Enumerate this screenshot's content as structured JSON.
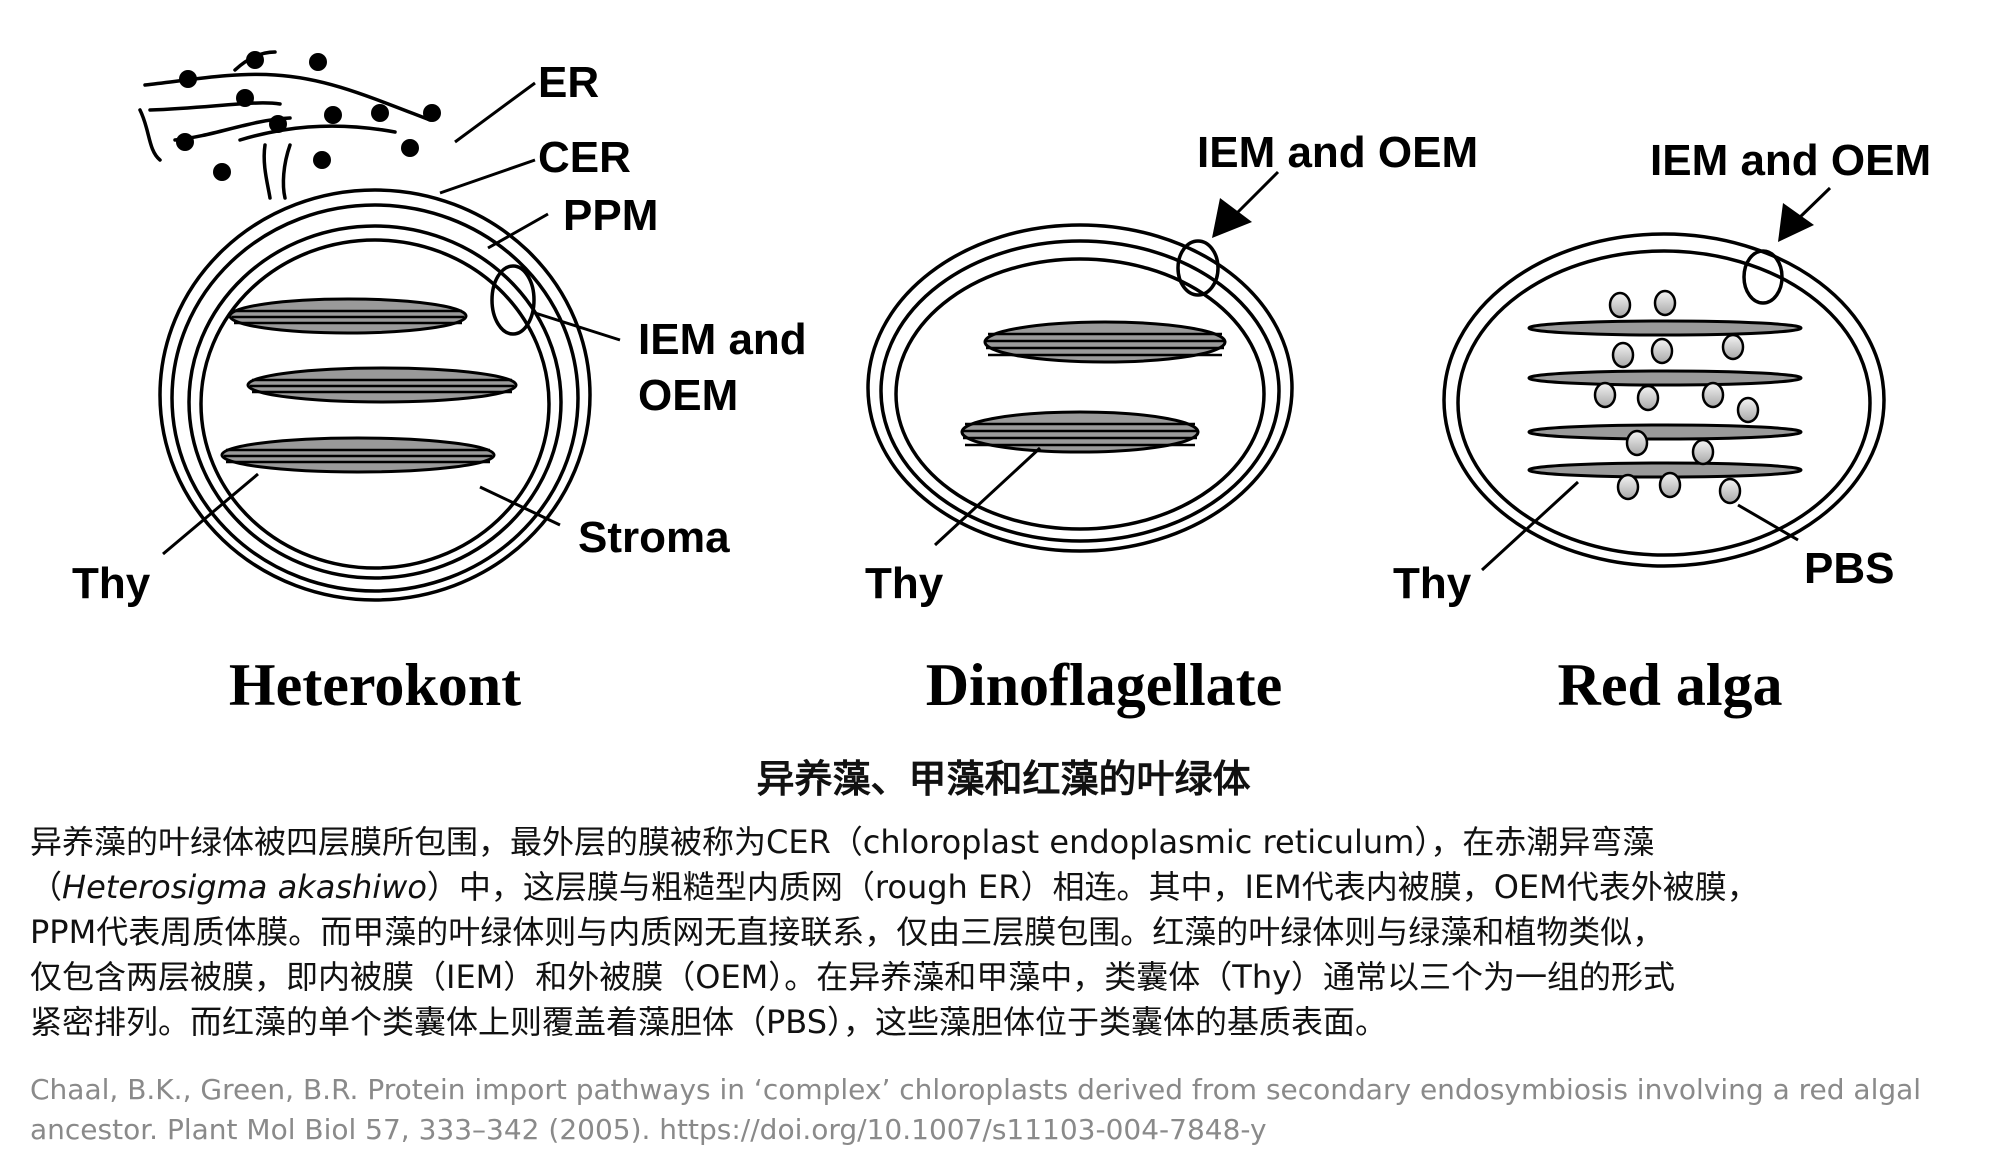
{
  "panels": [
    {
      "name": "Heterokont",
      "labels": {
        "er": "ER",
        "cer": "CER",
        "ppm": "PPM",
        "iem_line1": "IEM and",
        "iem_line2": "OEM",
        "stroma": "Stroma",
        "thy": "Thy"
      }
    },
    {
      "name": "Dinoflagellate",
      "labels": {
        "iem": "IEM and OEM",
        "thy": "Thy"
      }
    },
    {
      "name": "Red alga",
      "labels": {
        "iem": "IEM and OEM",
        "thy": "Thy",
        "pbs": "PBS"
      }
    }
  ],
  "caption": {
    "title": "异养藻、甲藻和红藻的叶绿体",
    "line1": "异养藻的叶绿体被四层膜所包围，最外层的膜被称为CER（chloroplast endoplasmic reticulum），在赤潮异弯藻",
    "line2_open": "（",
    "line2_species": "Heterosigma akashiwo",
    "line2_rest": "）中，这层膜与粗糙型内质网（rough ER）相连。其中，IEM代表内被膜，OEM代表外被膜，",
    "line3": "PPM代表周质体膜。而甲藻的叶绿体则与内质网无直接联系，仅由三层膜包围。红藻的叶绿体则与绿藻和植物类似，",
    "line4": "仅包含两层被膜，即内被膜（IEM）和外被膜（OEM）。在异养藻和甲藻中，类囊体（Thy）通常以三个为一组的形式",
    "line5": "紧密排列。而红藻的单个类囊体上则覆盖着藻胆体（PBS），这些藻胆体位于类囊体的基质表面。"
  },
  "citation": {
    "line1": "Chaal, B.K., Green, B.R. Protein import pathways in ‘complex’ chloroplasts derived from secondary endosymbiosis involving a red algal",
    "line2": "ancestor. Plant Mol Biol 57, 333–342 (2005). https://doi.org/10.1007/s11103-004-7848-y"
  },
  "colors": {
    "membrane": "#000000",
    "thylakoid_fill": "#9a9a9a",
    "caption_text": "#111111",
    "citation_text": "#8a8a8a"
  }
}
